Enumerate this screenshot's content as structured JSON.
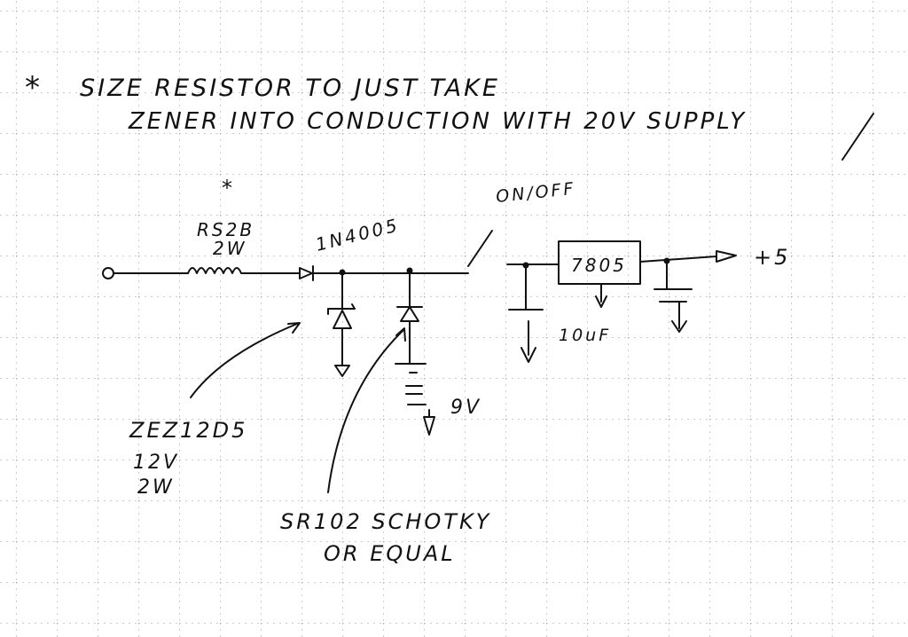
{
  "note": {
    "star": "*",
    "line1": "SIZE RESISTOR TO JUST TAKE",
    "line2": "ZENER INTO CONDUCTION WITH 20V SUPPLY"
  },
  "resistor": {
    "star": "*",
    "part": "RS2B",
    "power": "2W"
  },
  "series_diode": {
    "part": "1N4005"
  },
  "switch": {
    "label": "ON/OFF"
  },
  "regulator": {
    "part": "7805"
  },
  "output": {
    "label": "+5"
  },
  "capacitor": {
    "value": "10uF"
  },
  "battery": {
    "voltage": "9V"
  },
  "zener": {
    "part": "ZEZ12D5",
    "voltage": "12V",
    "power": "2W"
  },
  "schottky": {
    "part": "SR102 SCHOTKY",
    "alt": "OR EQUAL"
  },
  "colors": {
    "ink": "#111111",
    "grid": "#9a9a9a",
    "paper": "#ffffff"
  }
}
